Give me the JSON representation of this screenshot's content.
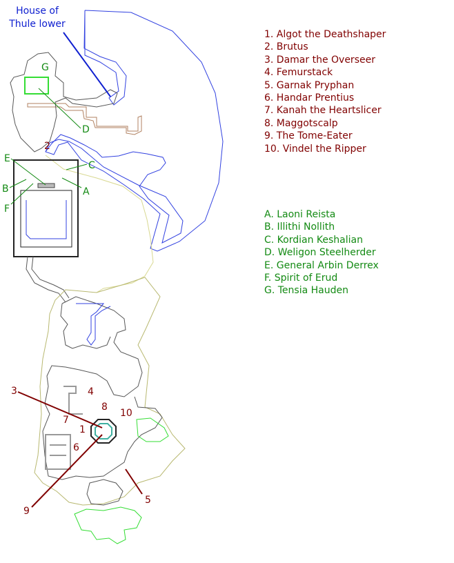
{
  "map": {
    "title_line1": "House of",
    "title_line2": "Thule lower",
    "colors": {
      "boss": "#800000",
      "npc": "#138a13",
      "title": "#1020d0",
      "blue_route": "#3040e0",
      "yellow_route": "#d8d890",
      "olive_area": "#b8b870",
      "green_area": "#33dd33",
      "wall": "#444444",
      "brown_stair": "#b08060"
    },
    "bosses": [
      "1. Algot the Deathshaper",
      "2. Brutus",
      "3. Damar the Overseer",
      "4. Femurstack",
      "5. Garnak Pryphan",
      "6. Handar Prentius",
      "7. Kanah the Heartslicer",
      "8. Maggotscalp",
      "9. The Tome-Eater",
      "10. Vindel the Ripper"
    ],
    "npcs": [
      "A. Laoni Reista",
      "B. Illithi Nollith",
      "C. Kordian Keshalian",
      "D. Weligon Steelherder",
      "E. General Arbin Derrex",
      "F. Spirit of Erud",
      "G. Tensia Hauden"
    ],
    "boss_markers": [
      "1",
      "2",
      "3",
      "4",
      "5",
      "6",
      "7",
      "8",
      "9",
      "10"
    ],
    "npc_markers": [
      "A",
      "B",
      "C",
      "D",
      "E",
      "F",
      "G"
    ]
  }
}
